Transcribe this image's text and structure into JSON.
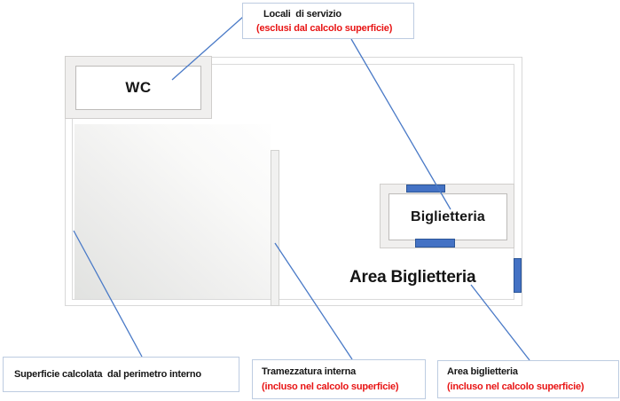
{
  "diagram": {
    "rooms": {
      "wc": "WC",
      "biglietteria": "Biglietteria",
      "area_biglietteria": "Area Biglietteria"
    },
    "callouts": {
      "locali_servizio": {
        "title": "Locali  di servizio",
        "subtitle": "(esclusi dal calcolo superficie)"
      },
      "superficie": {
        "title": "Superficie calcolata  dal perimetro interno"
      },
      "tramezzatura": {
        "title": "Tramezzatura interna",
        "subtitle": "(incluso nel calcolo superficie)"
      },
      "area_biglietteria": {
        "title": "Area biglietteria",
        "subtitle": "(incluso nel calcolo superficie)"
      }
    },
    "colors": {
      "accent_blue": "#4472c4",
      "accent_blue_dark": "#2b5597",
      "alert_red": "#e81414",
      "wall_gray": "#d8d8d8",
      "room_fill": "#f0efee",
      "callout_border": "#bdcce1",
      "leader_line": "#4a7ac7"
    }
  }
}
